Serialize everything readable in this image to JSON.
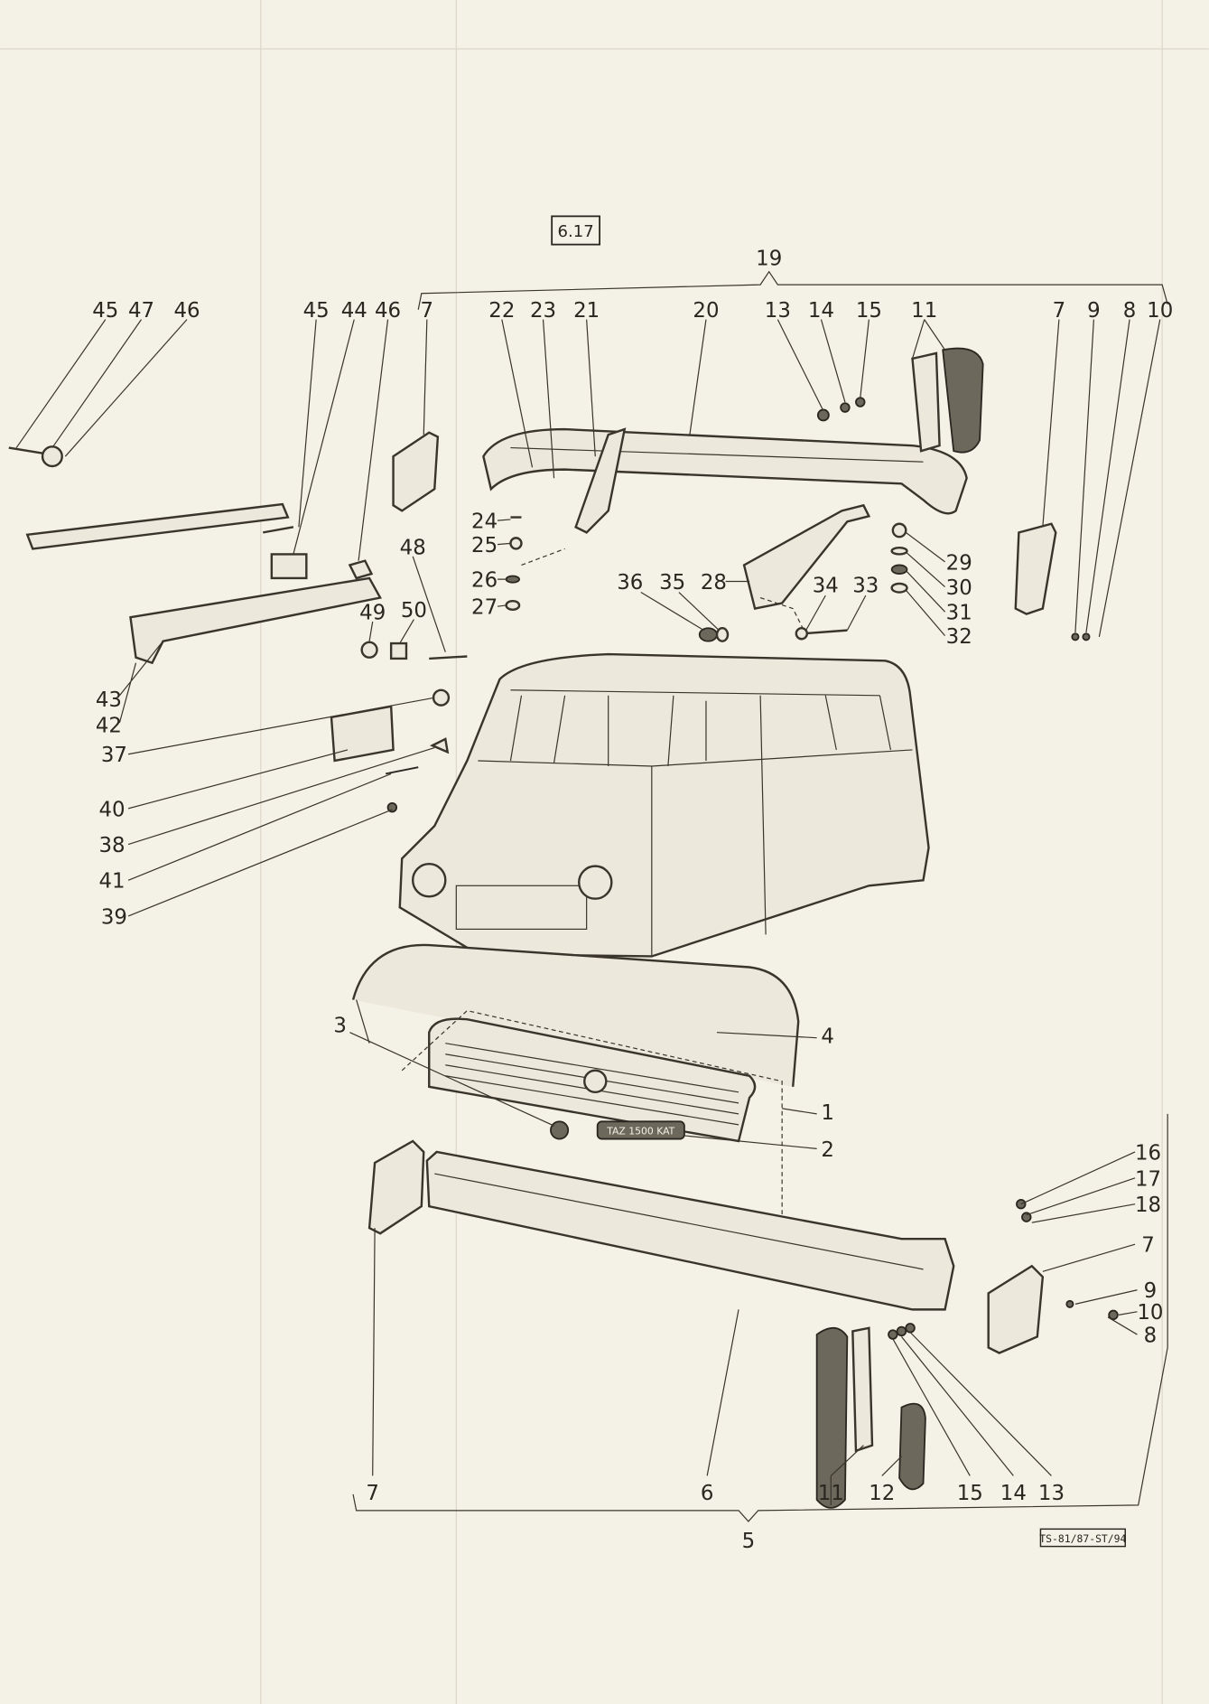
{
  "figure": {
    "ref": "6.17",
    "drawing_code": "TS-81/87-ST/94",
    "group_labels": {
      "rear_bumper_assembly": "19",
      "front_bumper_assembly": "5"
    },
    "callouts": {
      "top_left": [
        "45",
        "47",
        "46"
      ],
      "top_row": [
        "45",
        "44",
        "46",
        "7",
        "22",
        "23",
        "21",
        "20",
        "13",
        "14",
        "15",
        "11",
        "7",
        "9",
        "8",
        "10"
      ],
      "bracket_hardware": [
        "48",
        "49",
        "50",
        "24",
        "25",
        "26",
        "27",
        "36",
        "35",
        "28",
        "34",
        "33",
        "29",
        "30",
        "31",
        "32"
      ],
      "left_column": [
        "43",
        "42",
        "37",
        "40",
        "38",
        "41",
        "39"
      ],
      "grille": [
        "4",
        "3",
        "1",
        "2"
      ],
      "front_right": [
        "16",
        "17",
        "18",
        "7",
        "9",
        "10",
        "8"
      ],
      "bottom_row": [
        "7",
        "6",
        "11",
        "12",
        "15",
        "14",
        "13"
      ]
    },
    "badge_text": "TAZ 1500 KAT"
  }
}
